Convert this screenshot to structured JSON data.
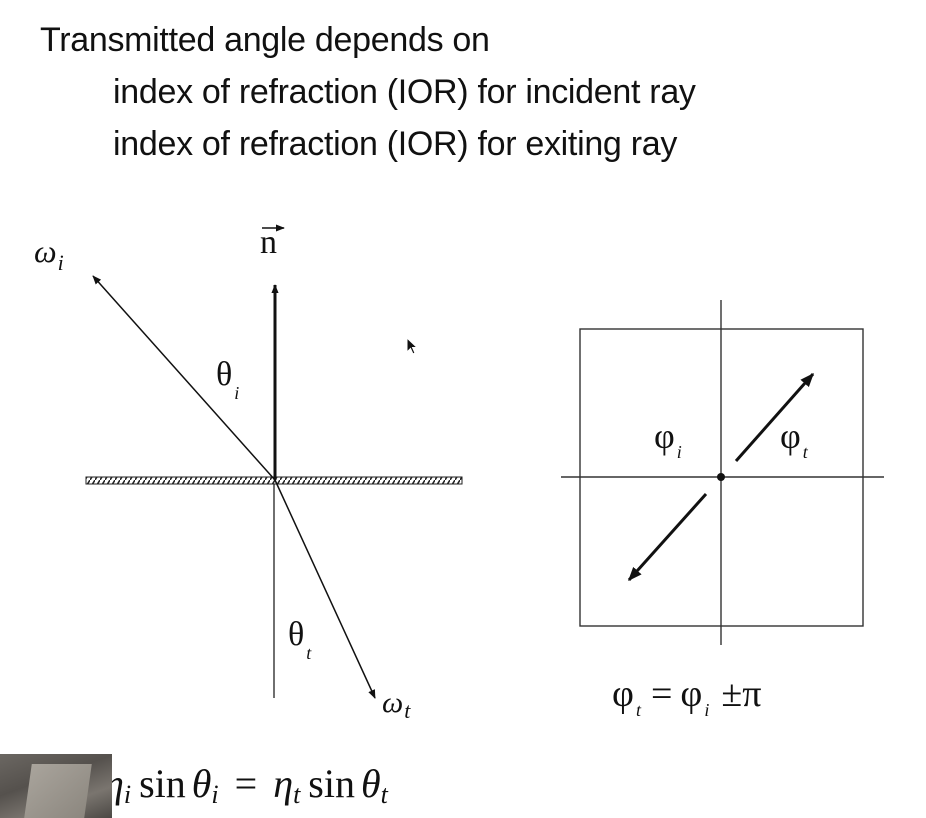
{
  "slide": {
    "title": "Transmitted angle depends on",
    "bullets": [
      "index of refraction (IOR) for incident ray",
      "index of refraction (IOR) for exiting ray"
    ]
  },
  "refraction_diagram": {
    "labels": {
      "incident_ray": "ω",
      "incident_ray_sub": "i",
      "normal": "n",
      "incident_angle": "θ",
      "incident_angle_sub": "i",
      "transmitted_angle": "θ",
      "transmitted_angle_sub": "t",
      "transmitted_ray": "ω",
      "transmitted_ray_sub": "t"
    }
  },
  "azimuth_diagram": {
    "labels": {
      "phi_i": "φ",
      "phi_i_sub": "i",
      "phi_t": "φ",
      "phi_t_sub": "t"
    },
    "formula": {
      "lhs": "φ",
      "lhs_sub": "t",
      "op": "=",
      "rhs": "φ",
      "rhs_sub": "i",
      "tail": "±π"
    }
  },
  "snell_law": {
    "eta_partial": "η",
    "eta_i_sub": "i",
    "sin1": "sin",
    "theta1": "θ",
    "theta1_sub": "i",
    "equals": "=",
    "eta_t": "η",
    "eta_t_sub": "t",
    "sin2": "sin",
    "theta2": "θ",
    "theta2_sub": "t"
  },
  "colors": {
    "ink": "#111111",
    "background": "#ffffff",
    "webcam_overlay": "#6b6762"
  }
}
